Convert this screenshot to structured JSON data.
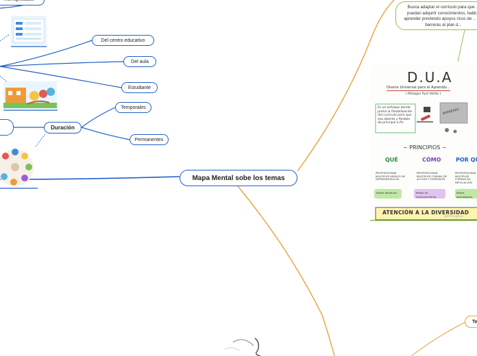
{
  "central": {
    "label": "Mapa Mental sobe los temas"
  },
  "top_node": {
    "label": "...os significados"
  },
  "branches": {
    "centro": "Del centro educativo",
    "aula": "Del aula",
    "estudiante": "Estudiante",
    "duracion": "Duración",
    "temporales": "Temporales",
    "permanentes": "Permanentes"
  },
  "callout": {
    "text": "Busca adaptar el currículo para que ... puedan adquirir conocimientos, habil... aprender previendo apoyos ricos de ... las barreras al plan d..."
  },
  "dua_image": {
    "title": "D.U.A",
    "subtitle": "Diseño Universal para el Aprendiz...",
    "subtitle2": "( Malagon Ruiz Velido )",
    "note": "Es un enfoque donde prima la flexibilización del currículo para que sea abierto y flexible de principio a fin",
    "barreras": "BARRERAS",
    "principios": "~ PRINCIPIOS ~",
    "col1_head": "QUÉ",
    "col2_head": "CÓMO",
    "col3_head": "POR QU...",
    "col1_text": "PROPORCIONAR MÚLTIPLES MEDIOS DE REPRESENTACIÓN",
    "col2_text": "PROPORCIONAR MÚLTIPLES FORMAS DE ACCIÓN Y EXPRESIÓN",
    "col3_text": "PROPORCIONAR MÚLTIPLES FORMAS DE IMPLICACIÓN",
    "col1_net": "Redes afectivas",
    "col2_net": "Redes de reconocimiento",
    "col3_net": "Redes estratégicas",
    "banner": "ATENCIÓN A LA DIVERSIDAD",
    "credit": "@mimaquepe..."
  },
  "bottom_right": {
    "label": "Te..."
  },
  "colors": {
    "blue": "#1f5fc8",
    "orange": "#e8a33a",
    "green": "#8bc34a"
  }
}
